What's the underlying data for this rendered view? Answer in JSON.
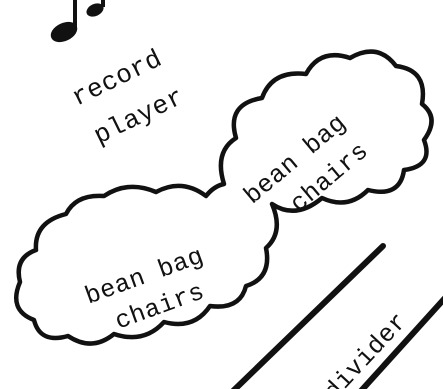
{
  "labels": {
    "record_line1": "record",
    "record_line2": "player",
    "bean_upper_line1": "bean bag",
    "bean_upper_line2": "chairs",
    "bean_lower_line1": "bean bag",
    "bean_lower_line2": "chairs",
    "divider": "divider"
  },
  "icons": {
    "music_note": "music-note-icon"
  },
  "colors": {
    "ink": "#111111",
    "background": "#ffffff"
  }
}
